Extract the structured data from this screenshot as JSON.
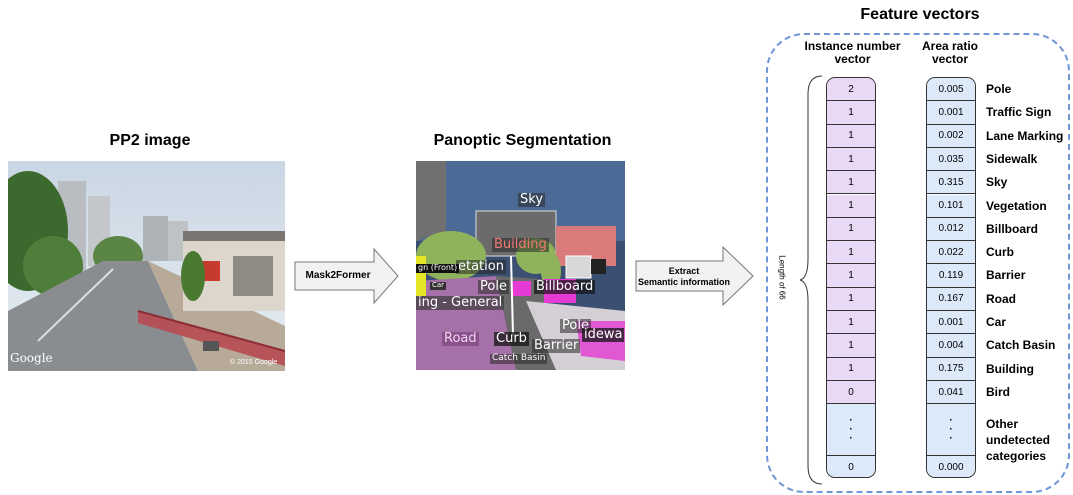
{
  "titles": {
    "input_image": "PP2 image",
    "segmentation": "Panoptic Segmentation",
    "feature_vectors": "Feature vectors"
  },
  "photo": {
    "watermark_left": "Google",
    "watermark_right": "© 2015 Google"
  },
  "segmentation_labels": {
    "sky": "Sky",
    "building": "Building",
    "vegetation": "etation",
    "sign_front": "gn (Front)",
    "car": "Car",
    "pole1": "Pole",
    "billboard": "Billboard",
    "general": "ing - General",
    "road": "Road",
    "curb": "Curb",
    "barrier": "Barrier",
    "pole2": "Pole",
    "sidewalk": "idewa",
    "catch_basin": "Catch Basin"
  },
  "arrows": {
    "step1": "Mask2Former",
    "step2_line1": "Extract",
    "step2_line2": "Semantic information"
  },
  "columns": {
    "instance_line1": "Instance number",
    "instance_line2": "vector",
    "area_line1": "Area ratio",
    "area_line2": "vector"
  },
  "brace_label": "Length of 66",
  "rows": [
    {
      "label": "Pole",
      "instance": "2",
      "area": "0.005"
    },
    {
      "label": "Traffic Sign",
      "instance": "1",
      "area": "0.001"
    },
    {
      "label": "Lane Marking",
      "instance": "1",
      "area": "0.002"
    },
    {
      "label": "Sidewalk",
      "instance": "1",
      "area": "0.035"
    },
    {
      "label": "Sky",
      "instance": "1",
      "area": "0.315"
    },
    {
      "label": "Vegetation",
      "instance": "1",
      "area": "0.101"
    },
    {
      "label": "Billboard",
      "instance": "1",
      "area": "0.012"
    },
    {
      "label": "Curb",
      "instance": "1",
      "area": "0.022"
    },
    {
      "label": "Barrier",
      "instance": "1",
      "area": "0.119"
    },
    {
      "label": "Road",
      "instance": "1",
      "area": "0.167"
    },
    {
      "label": "Car",
      "instance": "1",
      "area": "0.001"
    },
    {
      "label": "Catch Basin",
      "instance": "1",
      "area": "0.004"
    },
    {
      "label": "Building",
      "instance": "1",
      "area": "0.175"
    },
    {
      "label": "Bird",
      "instance": "0",
      "area": "0.041"
    }
  ],
  "other_label": {
    "line1": "Other",
    "line2": "undetected",
    "line3": "categories"
  },
  "last_row": {
    "instance": "0",
    "area": "0.000"
  },
  "colors": {
    "instance_fill": "#e9d9f5",
    "area_fill": "#dce9f8",
    "dashed_border": "#6f96d8"
  }
}
